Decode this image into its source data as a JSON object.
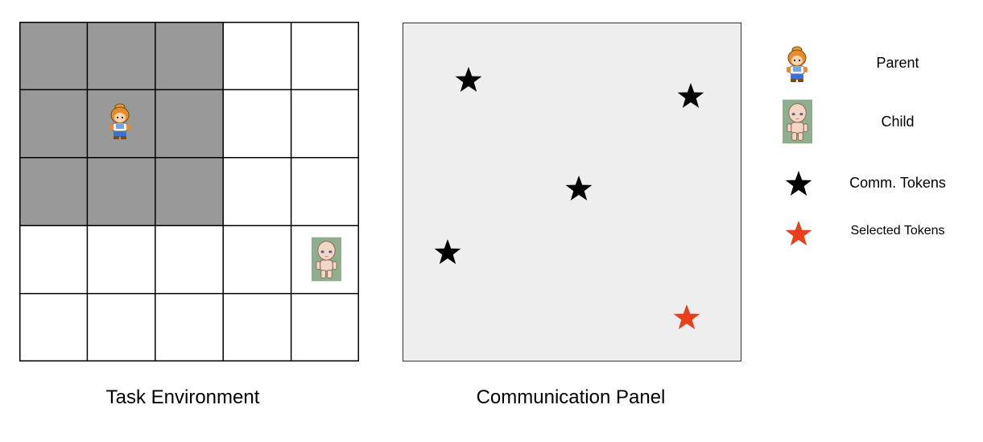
{
  "task_environment": {
    "caption": "Task Environment",
    "rows": 5,
    "cols": 5,
    "shaded_cells": [
      [
        0,
        0
      ],
      [
        0,
        1
      ],
      [
        0,
        2
      ],
      [
        1,
        0
      ],
      [
        1,
        1
      ],
      [
        1,
        2
      ],
      [
        2,
        0
      ],
      [
        2,
        1
      ],
      [
        2,
        2
      ]
    ],
    "parent_cell": [
      1,
      1
    ],
    "child_cell": [
      3,
      4
    ],
    "colors": {
      "shaded": "#999999",
      "empty": "#ffffff",
      "grid_line": "#000000"
    }
  },
  "communication_panel": {
    "caption": "Communication Panel",
    "background": "#eeeeee",
    "tokens": [
      {
        "kind": "comm"
      },
      {
        "kind": "comm"
      },
      {
        "kind": "comm"
      },
      {
        "kind": "comm"
      },
      {
        "kind": "selected"
      }
    ]
  },
  "legend": {
    "items": [
      {
        "icon": "parent-sprite-icon",
        "label": "Parent"
      },
      {
        "icon": "child-sprite-icon",
        "label": "Child"
      },
      {
        "icon": "black-star-icon",
        "label": "Comm. Tokens"
      },
      {
        "icon": "red-star-icon",
        "label": "Selected Tokens"
      }
    ]
  },
  "colors": {
    "comm_token": "#000000",
    "selected_token": "#e8401c",
    "child_bg": "#8fae8d"
  }
}
